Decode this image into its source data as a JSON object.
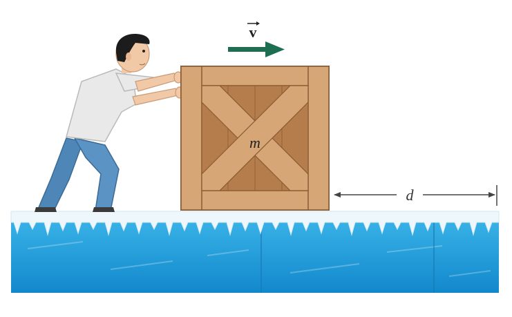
{
  "labels": {
    "velocity": "v",
    "mass": "m",
    "distance": "d"
  },
  "colors": {
    "velocity_arrow": "#1e6e52",
    "crate_light": "#d6a676",
    "crate_mid": "#c28a57",
    "crate_dark": "#a06e42",
    "crate_outline": "#8a5a32",
    "ice_top": "#eaf6fb",
    "ice_water": "#2aa6e0",
    "ice_deep": "#1585c8",
    "shirt": "#e9e9e9",
    "jeans": "#4f86b8",
    "skin": "#f2c9a6",
    "hair": "#1c1c1c"
  },
  "icons": {
    "velocity": "right-arrow-icon",
    "distance": "double-headed-arrow-icon"
  }
}
